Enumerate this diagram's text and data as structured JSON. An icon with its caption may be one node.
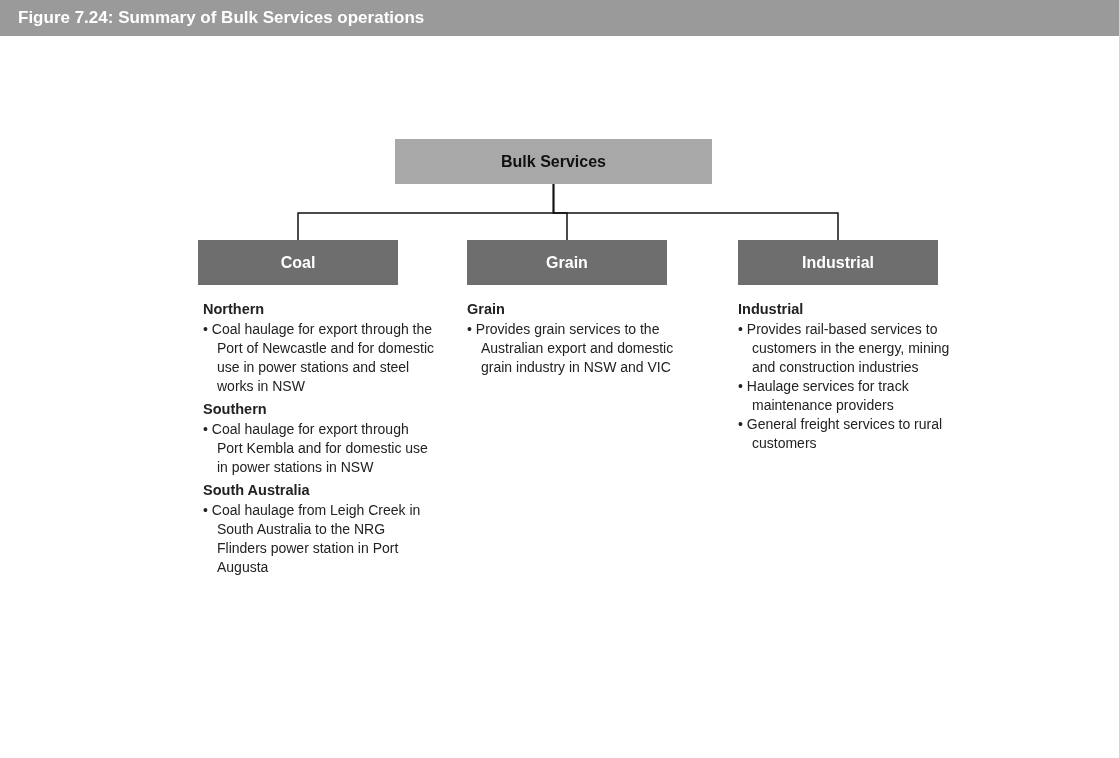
{
  "diagram": {
    "title": "Figure 7.24: Summary of Bulk Services operations",
    "nodes": [
      {
        "text": [
          "Bulk Services"
        ]
      },
      {
        "text": [
          "Coal"
        ],
        "beside": [
          "Northern",
          "• Coal haulage for export through the Port of Newcastle and for domestic use in power stations and steel works in NSW",
          "Southern",
          "• Coal haulage for export through Port Kembla and for domestic use in power stations in NSW",
          "South Australia",
          "• Coal haulage from Leigh Creek in South Australia to the NRG Flinders power station in Port Augusta"
        ]
      },
      {
        "text": [
          "Grain"
        ],
        "beside": [
          "Grain",
          "• Provides grain services to the Australian export and domestic grain industry in NSW and VIC"
        ]
      },
      {
        "text": [
          "Industrial"
        ],
        "beside": [
          "Industrial",
          "• Provides rail-based services to customers in the energy, mining and construction industries",
          "• Haulage services for track maintenance providers",
          "• General freight services to rural customers"
        ]
      }
    ],
    "edges": [
      {
        "from": 0,
        "to": 1,
        "arrow": "none"
      },
      {
        "from": 0,
        "to": 2,
        "arrow": "none"
      },
      {
        "from": 0,
        "to": 3,
        "arrow": "none"
      }
    ]
  }
}
